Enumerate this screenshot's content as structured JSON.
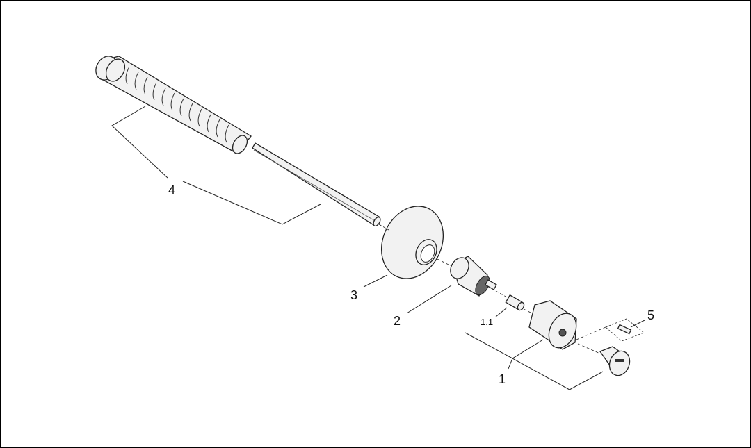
{
  "diagram": {
    "type": "exploded-parts-view",
    "labels": {
      "part_4": "4",
      "part_3": "3",
      "part_2": "2",
      "part_1_1": "1.1",
      "part_1": "1",
      "part_5": "5"
    }
  }
}
